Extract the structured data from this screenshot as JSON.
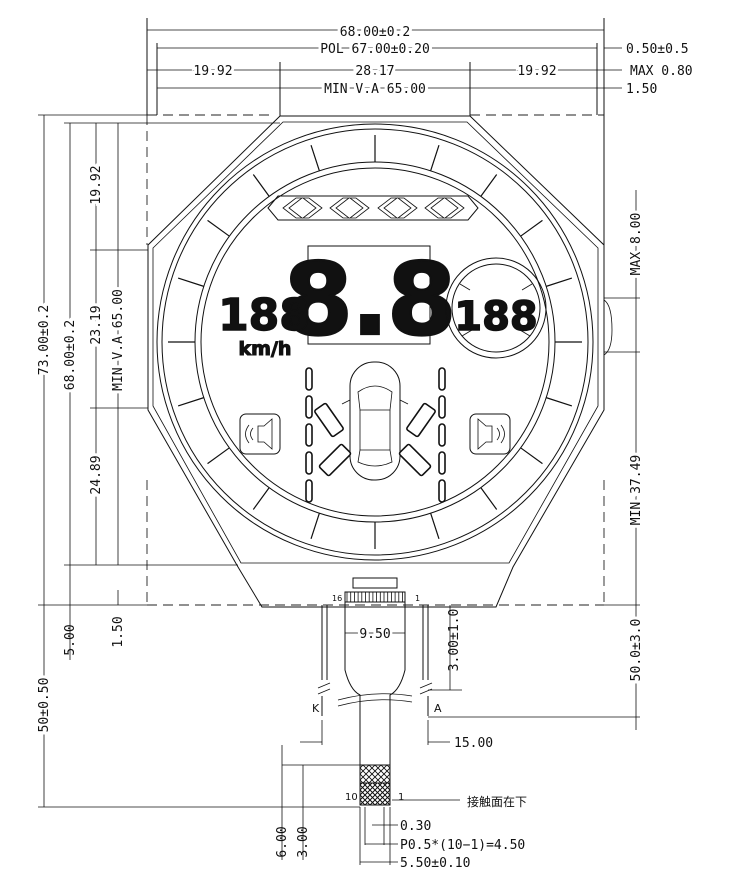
{
  "dimensions": {
    "overall_width": "68.00±0.2",
    "polarizer_width": "POL 67.00±0.20",
    "top_left": "19.92",
    "top_center": "28.17",
    "top_right": "19.92",
    "view_area_width": "MIN V.A 65.00",
    "right_offset": "0.50±0.5",
    "right_max": "MAX 0.80",
    "right_small": "1.50",
    "overall_height": "73.00±0.2",
    "glass_height": "68.00±0.2",
    "view_area_height": "MIN V.A 65.00",
    "left_top": "19.92",
    "left_mid": "23.19",
    "left_bottom": "24.89",
    "left_fpc": "5.00",
    "left_small": "1.50",
    "fpc_length": "50±0.50",
    "right_max_8": "MAX 8.00",
    "right_min": "MIN 37.49",
    "right_fpc": "50.0±3.0",
    "wire_offset": "3.00±1.0",
    "fpc_width": "9.50",
    "wire_spacing": "15.00",
    "tip_6": "6.00",
    "tip_3": "3.00",
    "pad_width": "0.30",
    "pitch": "P0.5*(10−1)=4.50",
    "tail_width": "5.50±0.10"
  },
  "labels": {
    "pin_16": "16",
    "pin_1": "1",
    "pin_10": "10",
    "pin_1b": "1",
    "wire_k": "K",
    "wire_a": "A",
    "contact_note": "接触面在下"
  },
  "display": {
    "small_digits": "188",
    "unit": "km/h",
    "big_digits": "8.8",
    "round_digits": "188"
  }
}
